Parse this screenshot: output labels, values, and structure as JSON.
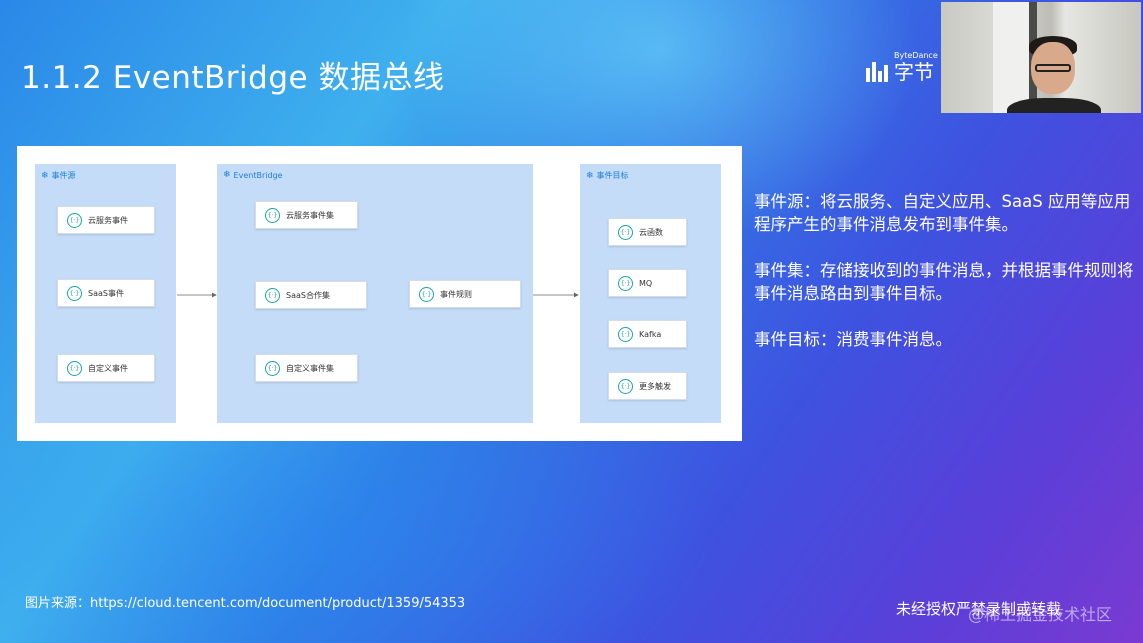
{
  "slide": {
    "title": "1.1.2 EventBridge 数据总线",
    "logo_en": "ByteDance",
    "logo_cn": "字节"
  },
  "diagram": {
    "panels": [
      {
        "title": "事件源"
      },
      {
        "title": "EventBridge"
      },
      {
        "title": "事件目标"
      }
    ],
    "sources": [
      "云服务事件",
      "SaaS事件",
      "自定义事件"
    ],
    "buses": [
      "云服务事件集",
      "SaaS合作集",
      "自定义事件集"
    ],
    "rule": "事件规则",
    "targets": [
      "云函数",
      "MQ",
      "Kafka",
      "更多触发"
    ],
    "icon_glyph": "{·}",
    "panel_icon": "❄"
  },
  "description": [
    "事件源：将云服务、自定义应用、SaaS 应用等应用程序产生的事件消息发布到事件集。",
    "事件集：存储接收到的事件消息，并根据事件规则将事件消息路由到事件目标。",
    "事件目标：消费事件消息。"
  ],
  "footer": {
    "source": "图片来源：https://cloud.tencent.com/document/product/1359/54353",
    "notice": "未经授权严禁录制或转载",
    "watermark": "@稀土掘金技术社区"
  },
  "colors": {
    "panel_bg": "#c4dcf8",
    "panel_title": "#1f7fd8",
    "node_icon": "#1aa6a6",
    "connector": "#666666"
  }
}
